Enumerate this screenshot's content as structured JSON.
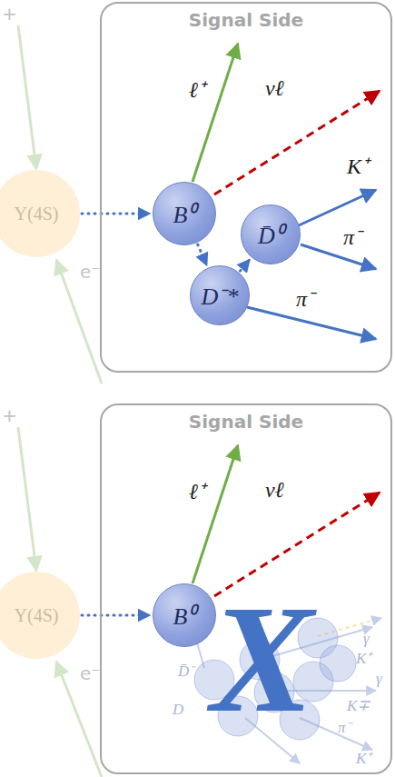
{
  "diagram": {
    "nodes": [
      {
        "text": [
          "Signal Side"
        ]
      },
      {
        "text": [
          "B⁰"
        ],
        "in": 0
      },
      {
        "text": [
          "D⁻*"
        ],
        "in": 0
      },
      {
        "text": [
          "D̄⁰"
        ],
        "in": 0
      },
      {
        "text": [
          "Υ(4S)"
        ]
      },
      {
        "text": [
          "Signal Side"
        ]
      },
      {
        "text": [
          "B⁰"
        ],
        "in": 5
      },
      {
        "text": [
          "Υ(4S)"
        ]
      }
    ],
    "edges": [
      {
        "from": 4,
        "to": 1,
        "arrow": "to"
      },
      {
        "from": 1,
        "to": 2,
        "arrow": "to"
      },
      {
        "from": 2,
        "to": 3,
        "arrow": "to"
      },
      {
        "from": 7,
        "to": 6,
        "arrow": "to"
      }
    ],
    "labels": [
      "+",
      "e⁻",
      "ℓ⁺",
      "νℓ",
      "K⁺",
      "π⁻",
      "π⁻",
      "+",
      "e⁻",
      "ℓ⁺",
      "νℓ",
      "D",
      "D̄⁻",
      "γ",
      "K⁺",
      "γ",
      "K∓",
      "π⁻",
      "K⁺",
      "X"
    ]
  }
}
